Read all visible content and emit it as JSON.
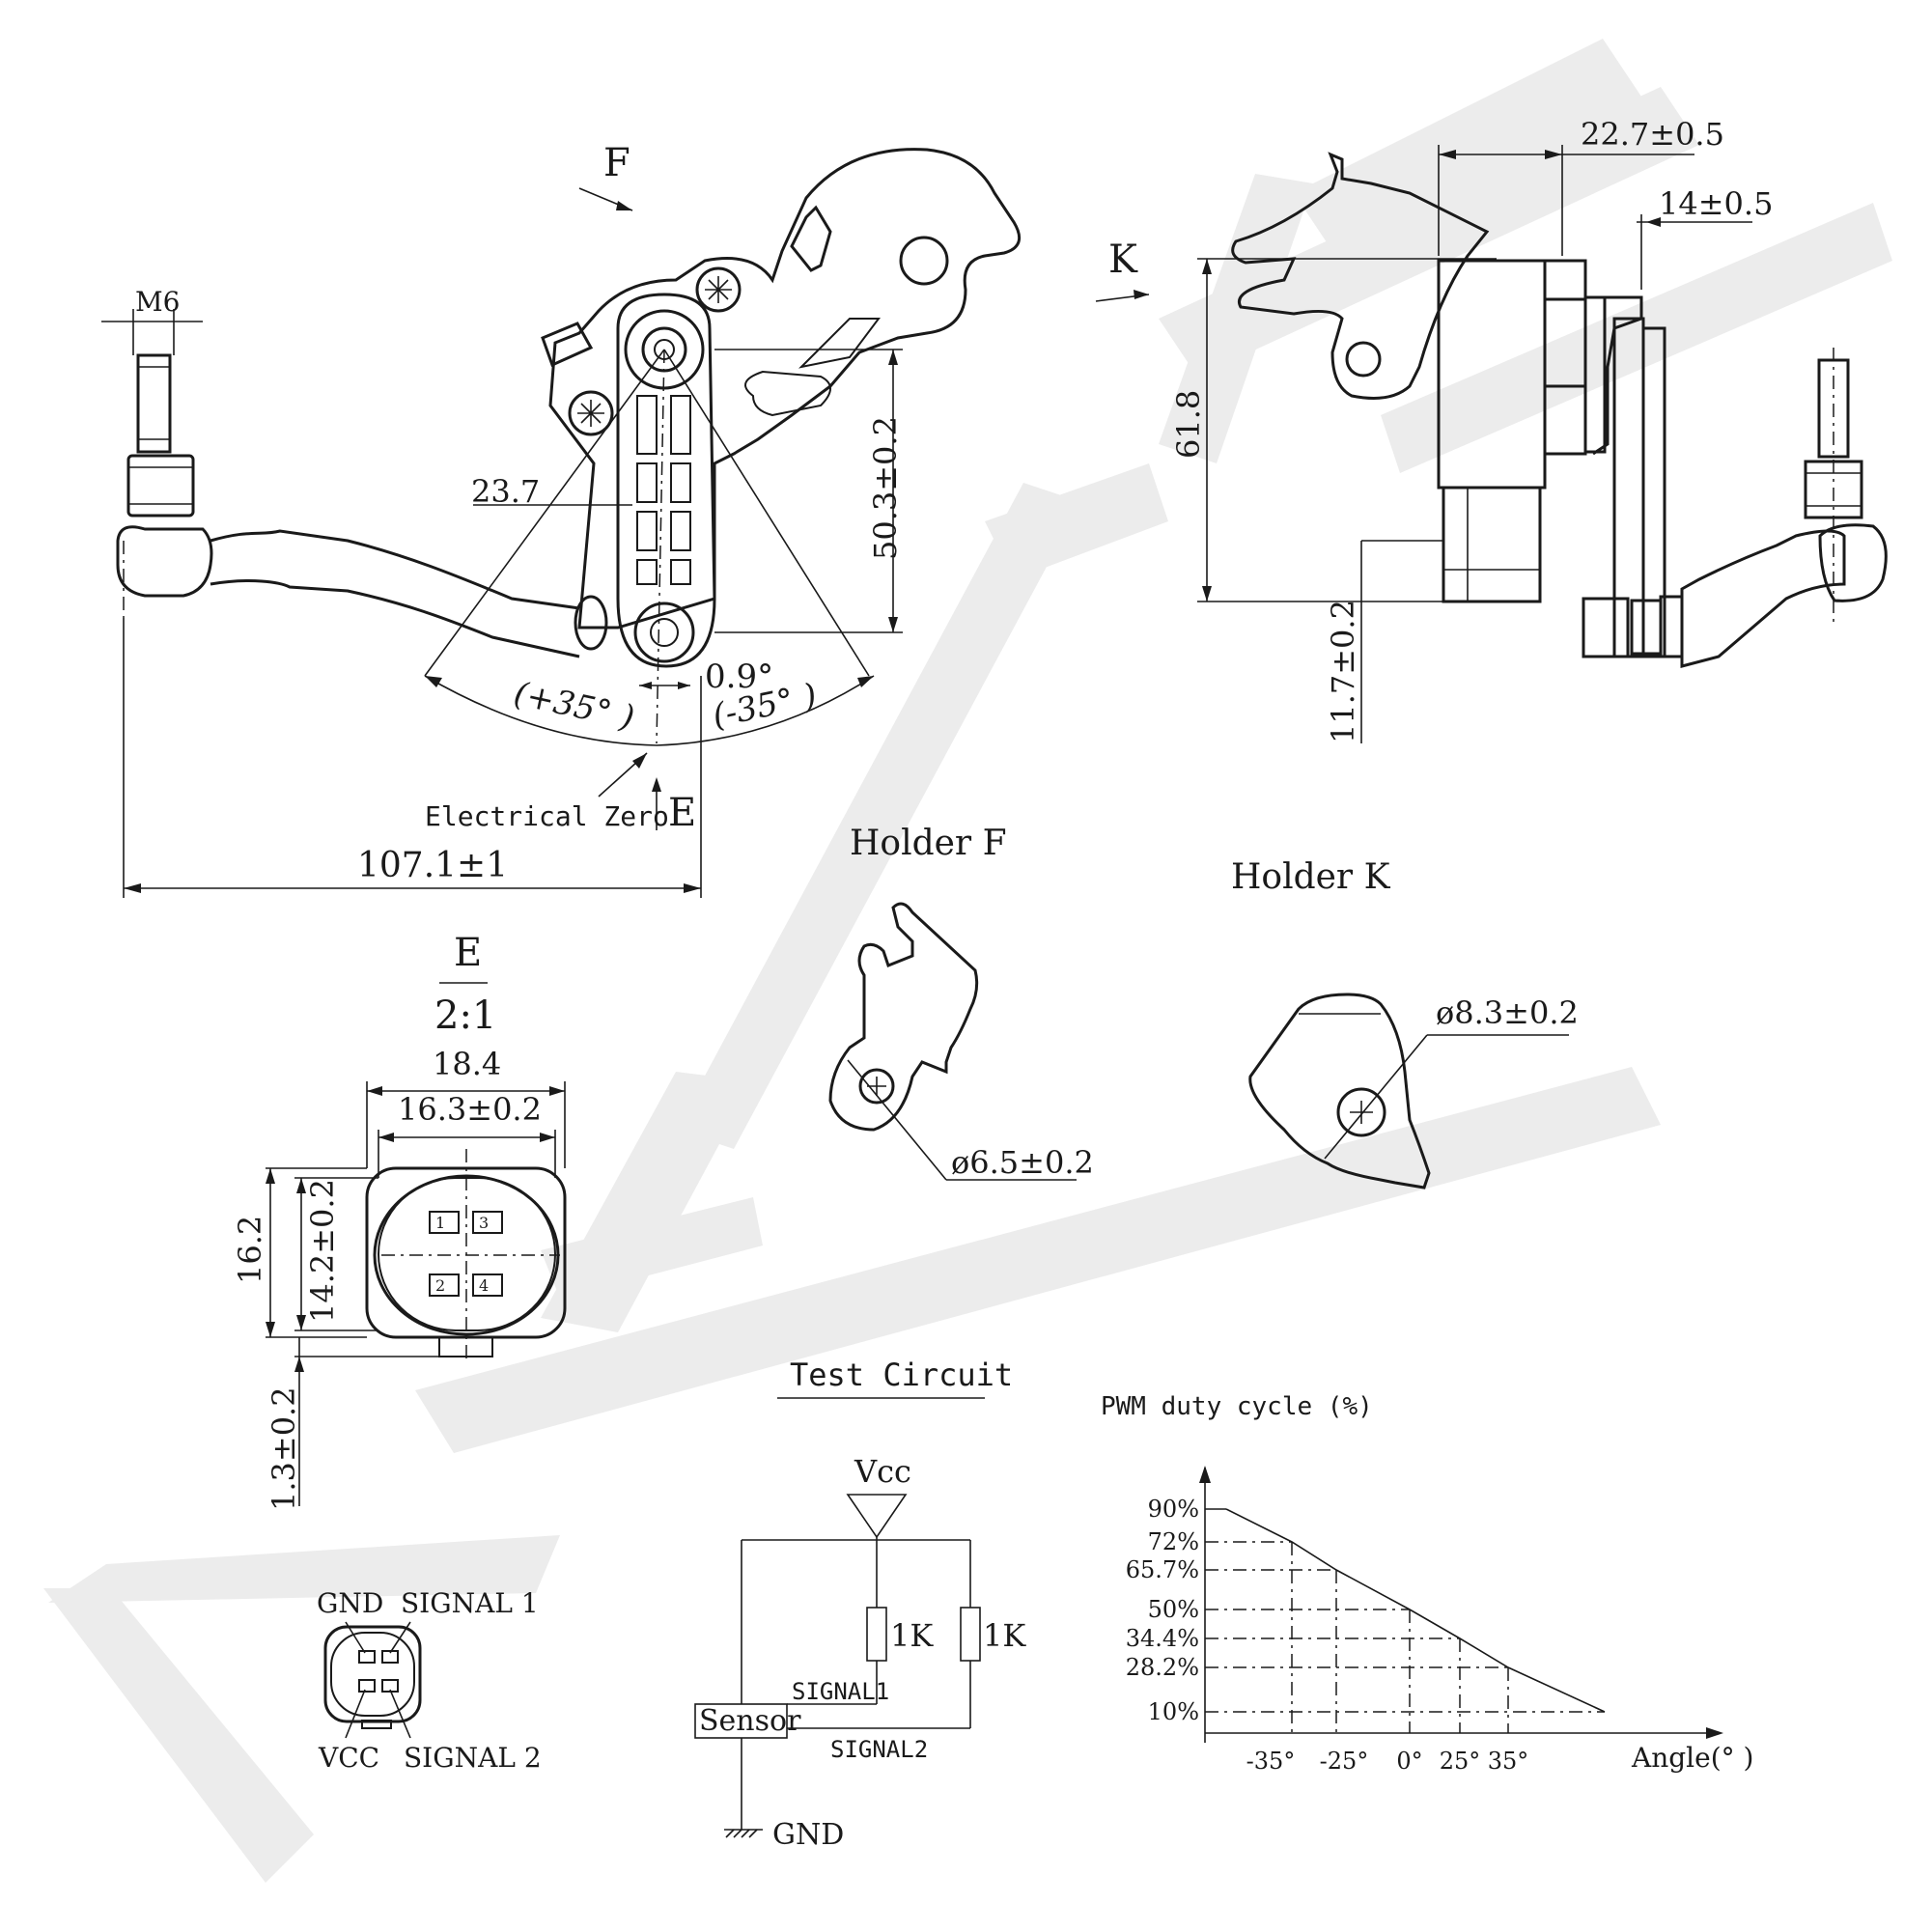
{
  "watermark": {
    "color": "#ececec"
  },
  "side_view": {
    "view_f_label": "F",
    "thread_label": "M6",
    "dim_arm": "23.7",
    "dim_height": "50.3±0.2",
    "dim_zero_offset": "0.9°",
    "angle_pos": "(+35°  )",
    "angle_neg": "(-35°  )",
    "electrical_zero": "Electrical Zero",
    "view_e_label": "E",
    "dim_length": "107.1±1"
  },
  "end_view": {
    "view_k_label": "K",
    "dim_top": "22.7±0.5",
    "dim_offset": "14±0.5",
    "dim_height": "61.8",
    "dim_lower": "11.7±0.2"
  },
  "holder_f": {
    "title": "Holder F",
    "dim_hole": "ø6.5±0.2"
  },
  "holder_k": {
    "title": "Holder K",
    "dim_hole": "ø8.3±0.2"
  },
  "connector_detail": {
    "title": "E",
    "scale": "2:1",
    "dim_outer_width": "18.4",
    "dim_inner_width": "16.3±0.2",
    "dim_outer_height": "16.2",
    "dim_inner_height": "14.2±0.2",
    "dim_key": "1.3±0.2",
    "pins": [
      "1",
      "3",
      "2",
      "4"
    ]
  },
  "pinout": {
    "gnd": "GND",
    "signal1": "SIGNAL 1",
    "vcc": "VCC",
    "signal2": "SIGNAL 2"
  },
  "test_circuit": {
    "title": "Test Circuit",
    "vcc": "Vcc",
    "r1": "1K",
    "r2": "1K",
    "signal1": "SIGNAL1",
    "signal2": "SIGNAL2",
    "sensor": "Sensor",
    "gnd": "GND"
  },
  "chart_data": {
    "type": "line",
    "title": "",
    "ylabel": "PWM duty cycle (%)",
    "xlabel": "Angle(° )",
    "y_ticks": [
      "90%",
      "72%",
      "65.7%",
      "50%",
      "34.4%",
      "28.2%",
      "10%"
    ],
    "x_ticks": [
      "-35°",
      "-25°",
      "0°",
      "25°",
      "35°"
    ],
    "series": [
      {
        "x": [
          -40,
          -35,
          -25,
          0,
          25,
          35,
          40
        ],
        "y": [
          90,
          72,
          65.7,
          50,
          34.4,
          28.2,
          10
        ]
      }
    ],
    "grid": "dash-dot reference lines at tick values"
  }
}
